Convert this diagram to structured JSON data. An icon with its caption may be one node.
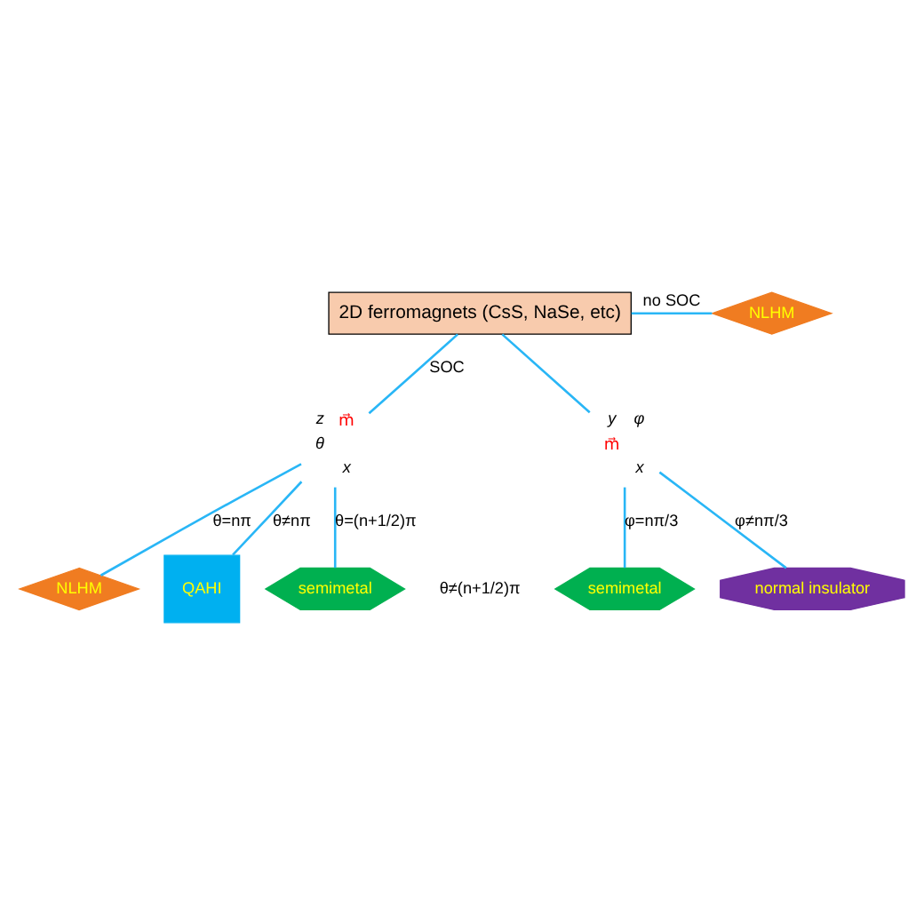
{
  "diagram": {
    "nodes": [
      {
        "text": [
          "2D ferromagnets (CsS, NaSe, etc)"
        ]
      },
      {
        "text": [
          "NLHM"
        ]
      },
      {
        "text": [
          "z",
          "θ",
          "m⃗",
          "x"
        ]
      },
      {
        "text": [
          "y",
          "m⃗",
          "φ",
          "x"
        ]
      },
      {
        "text": [
          "NLHM"
        ]
      },
      {
        "text": [
          "QAHI"
        ]
      },
      {
        "text": [
          "semimetal"
        ]
      },
      {
        "text": [
          "semimetal"
        ]
      },
      {
        "text": [
          "normal insulator"
        ]
      }
    ],
    "edges": [
      {
        "from": 0,
        "to": 1,
        "arrow": "none",
        "label": "no SOC"
      },
      {
        "from": 0,
        "to": 2,
        "arrow": "none",
        "label": "SOC"
      },
      {
        "from": 0,
        "to": 3,
        "arrow": "none"
      },
      {
        "from": 2,
        "to": 4,
        "arrow": "none",
        "label": "θ=nπ"
      },
      {
        "from": 2,
        "to": 5,
        "arrow": "none",
        "label": "θ≠nπ"
      },
      {
        "from": 2,
        "to": 6,
        "arrow": "none",
        "label": "θ=(n+1/2)π"
      },
      {
        "from": 3,
        "to": 7,
        "arrow": "none",
        "label": "φ=nπ/3"
      },
      {
        "from": 3,
        "to": 8,
        "arrow": "none",
        "label": "φ≠nπ/3"
      }
    ],
    "labels": [
      "θ≠(n+1/2)π"
    ]
  }
}
